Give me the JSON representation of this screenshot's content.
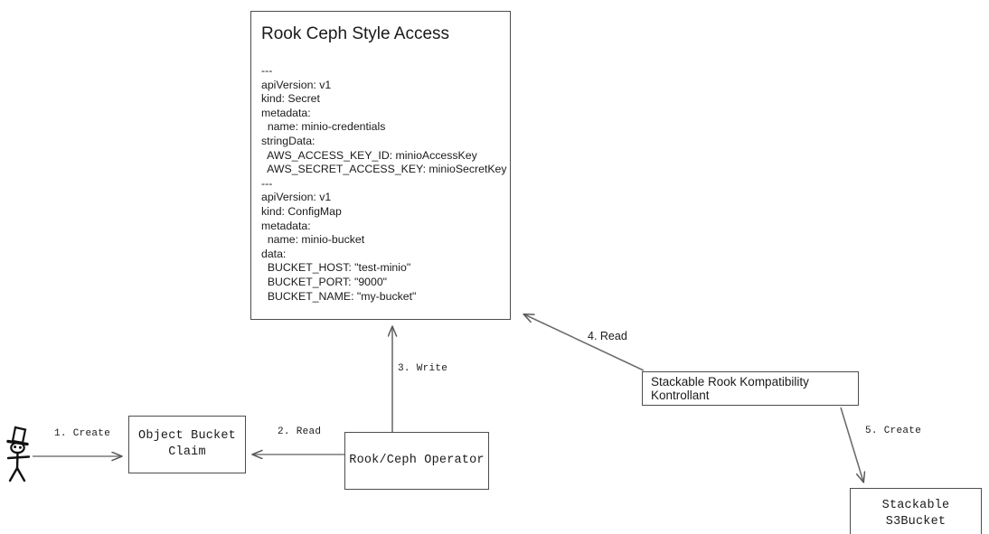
{
  "diagram": {
    "title_node": {
      "heading": "Rook Ceph Style Access",
      "yaml": "---\napiVersion: v1\nkind: Secret\nmetadata:\n  name: minio-credentials\nstringData:\n  AWS_ACCESS_KEY_ID: minioAccessKey\n  AWS_SECRET_ACCESS_KEY: minioSecretKey\n---\napiVersion: v1\nkind: ConfigMap\nmetadata:\n  name: minio-bucket\ndata:\n  BUCKET_HOST: \"test-minio\"\n  BUCKET_PORT: \"9000\"\n  BUCKET_NAME: \"my-bucket\""
    },
    "nodes": {
      "object_bucket_claim": "Object Bucket\nClaim",
      "rook_ceph_operator": "Rook/Ceph Operator",
      "stackable_kontrollant": "Stackable Rook Kompatibility Kontrollant",
      "stackable_s3bucket": "Stackable S3Bucket"
    },
    "edges": {
      "create_obc": "1. Create",
      "read_obc": "2. Read",
      "write_manifest": "3. Write",
      "read_manifest": "4. Read",
      "create_s3bucket": "5. Create"
    },
    "actor": {
      "name": "user-stick-figure"
    },
    "colors": {
      "stroke": "#4d4d4d",
      "arrow": "#595959",
      "text": "#1a1a1a",
      "background": "#ffffff"
    }
  }
}
